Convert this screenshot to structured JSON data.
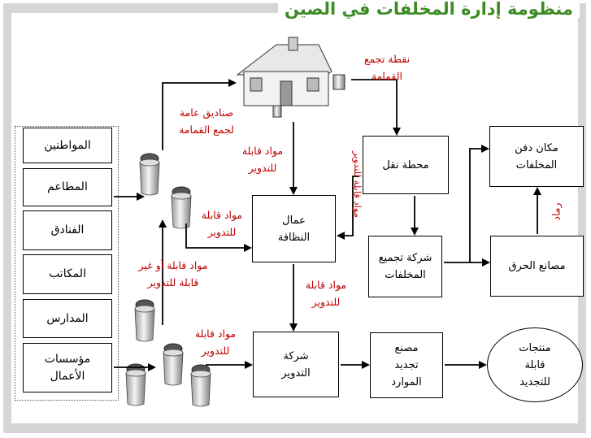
{
  "title": "منظومة إدارة المخلفات في الصين",
  "sources": [
    "المواطنين",
    "المطاعم",
    "الفنادق",
    "المكاتب",
    "المدارس",
    "مؤسسات الأعمال"
  ],
  "nodes": {
    "cleaners": "عمال النظافة",
    "transfer": "محطة نقل",
    "collection_company": "شركة تجميع المخلفات",
    "landfill": "مكان دفن المخلفات",
    "incinerators": "مصانع الحرق",
    "recycling_company": "شركة التدوير",
    "resource_plant": "مصنع تجديد الموارد",
    "products": "منتجات قابلة للتجديد"
  },
  "labels": {
    "public_bins": "صناديق عامة لجمع القمامة",
    "collection_point": "نقطة تجمع القمامة",
    "recyclable_1": "مواد قابلة للتدوير",
    "recyclable_2": "مواد قابلة للتدوير",
    "recyclable_vertical": "مواد قابلة للتدوير",
    "recyclable_or_not": "مواد قابلة أو غير قابلة للتدوير",
    "recyclable_3": "مواد قابلة للتدوير",
    "recyclable_4": "مواد قابلة للتدوير",
    "ash": "رماد"
  },
  "colors": {
    "title": "#3d8b24",
    "label": "#c00000",
    "frame": "#d6d6d6"
  }
}
